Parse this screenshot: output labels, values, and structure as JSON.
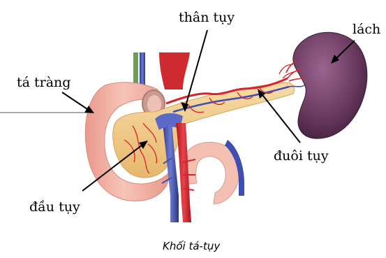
{
  "labels": {
    "than_tuy": "thân tụy",
    "lach": "lách",
    "ta_trang": "tá tràng",
    "duoi_tuy": "đuôi tụy",
    "dau_tuy": "đầu tụy"
  },
  "caption": "Khối tá-tụy",
  "colors": {
    "pancreas": "#f0c98a",
    "duodenum": "#f2b3a6",
    "spleen": "#5e3252",
    "artery": "#d8232a",
    "vein": "#3f4fb0",
    "pointer": "#000000"
  }
}
